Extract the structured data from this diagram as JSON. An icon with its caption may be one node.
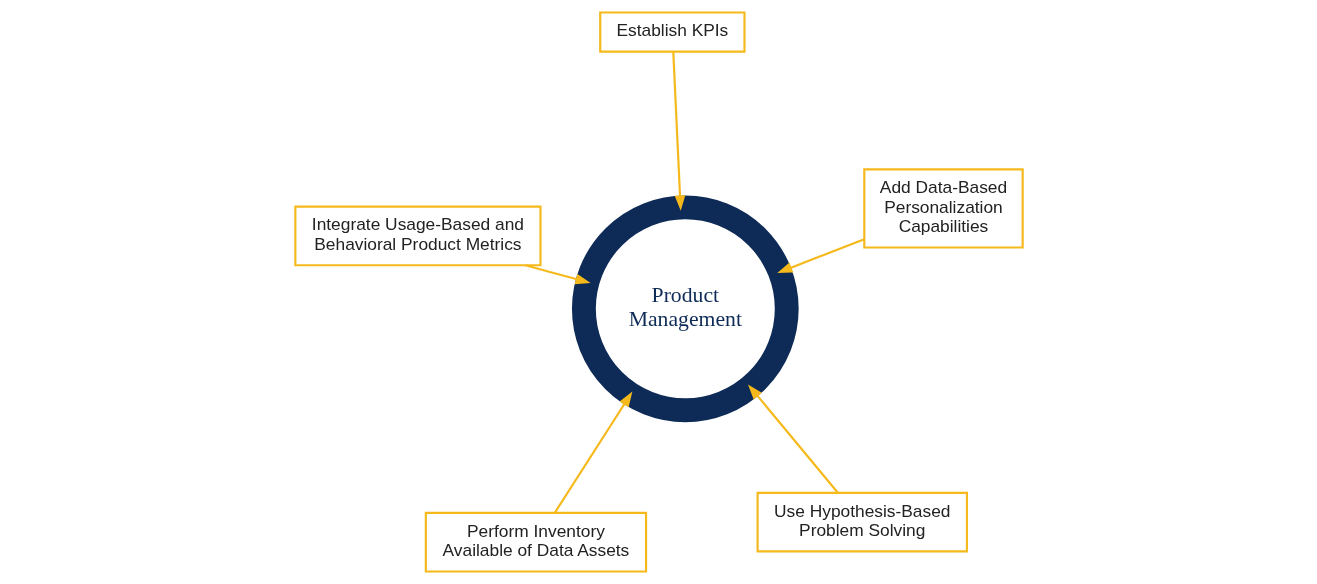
{
  "diagram": {
    "nodes": [
      {
        "text": [
          "Product Management"
        ]
      },
      {
        "text": [
          "Use Hypothesis-Based Problem Solving"
        ]
      },
      {
        "text": [
          "Perform Inventory Available of Data Assets"
        ]
      },
      {
        "text": [
          "Integrate Usage-Based and Behavioral Product Metrics"
        ]
      },
      {
        "text": [
          "Add Data-Based Personalization Capabilities"
        ]
      },
      {
        "text": [
          "Establish KPIs"
        ]
      }
    ],
    "edges": [
      {
        "from": 1,
        "to": 0,
        "arrow": "to"
      },
      {
        "from": 2,
        "to": 0,
        "arrow": "to"
      },
      {
        "from": 3,
        "to": 0,
        "arrow": "to"
      },
      {
        "from": 4,
        "to": 0,
        "arrow": "to"
      },
      {
        "from": 5,
        "to": 0,
        "arrow": "to"
      }
    ]
  }
}
